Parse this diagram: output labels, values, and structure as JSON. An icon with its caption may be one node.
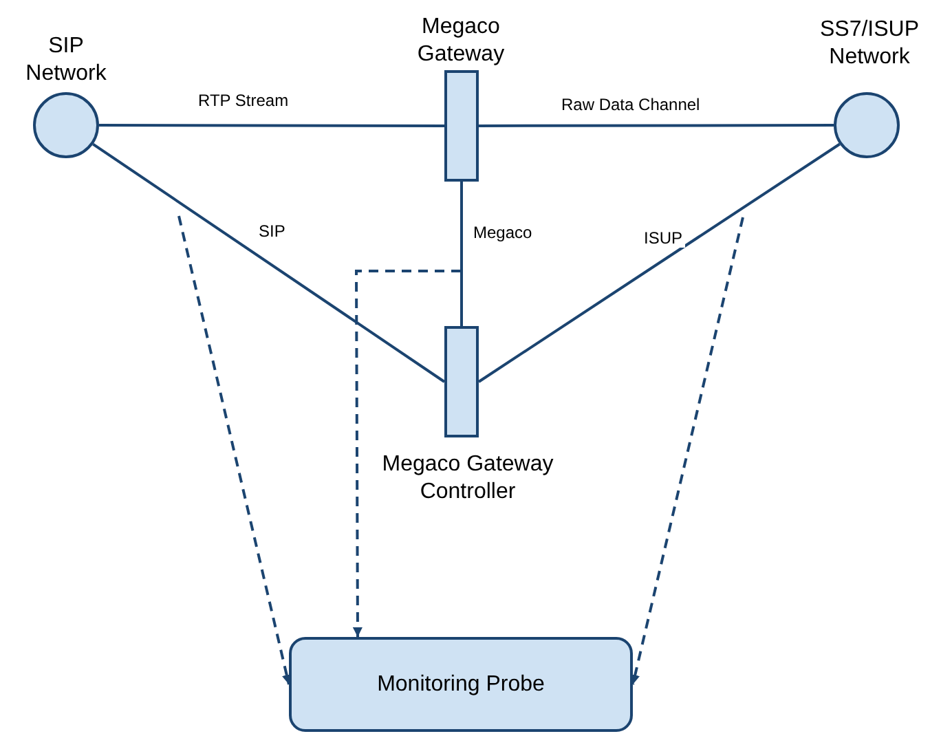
{
  "diagram": {
    "nodes": [
      {
        "text": [
          "SIP Network"
        ]
      },
      {
        "text": [
          "Megaco Gateway"
        ]
      },
      {
        "text": [
          "SS7/ISUP Network"
        ]
      },
      {
        "text": [
          "Megaco Gateway Controller"
        ]
      },
      {
        "text": [
          "Monitoring Probe"
        ]
      }
    ],
    "edges": [
      {
        "from": 0,
        "to": 1,
        "arrow": "none",
        "label": "RTP Stream"
      },
      {
        "from": 1,
        "to": 2,
        "arrow": "none",
        "label": "Raw Data Channel"
      },
      {
        "from": 0,
        "to": 3,
        "arrow": "none",
        "label": "SIP"
      },
      {
        "from": 1,
        "to": 3,
        "arrow": "none",
        "label": "Megaco"
      },
      {
        "from": 2,
        "to": 3,
        "arrow": "none",
        "label": "ISUP"
      },
      {
        "from": null,
        "to": 4,
        "arrow": "to",
        "style": "dashed"
      },
      {
        "from": null,
        "to": 4,
        "arrow": "to",
        "style": "dashed"
      },
      {
        "from": null,
        "to": 4,
        "arrow": "to",
        "style": "dashed"
      }
    ]
  }
}
